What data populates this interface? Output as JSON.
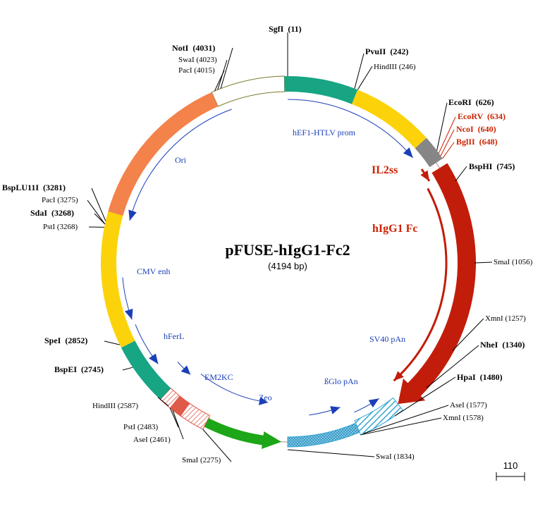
{
  "plasmid": {
    "name": "pFUSE-hIgG1-Fc2",
    "size_label": "(4194 bp)"
  },
  "features": {
    "hef1": "hEF1-HTLV prom",
    "il2ss": "IL2ss",
    "higg1": "hIgG1 Fc",
    "sv40": "SV40 pAn",
    "bglo": "ßGlo pAn",
    "zeo": "Zeo",
    "em2kc": "EM2KC",
    "hferl": "hFerL",
    "cmv": "CMV enh",
    "ori": "Ori"
  },
  "sites": {
    "sgfi": "SgfI  (11)",
    "pvuii": "PvuII  (242)",
    "hindiii_246": "HindIII (246)",
    "ecori": "EcoRI  (626)",
    "ecorv": "EcoRV  (634)",
    "ncoi": "NcoI  (640)",
    "bglii": "BglII  (648)",
    "bsphi": "BspHI  (745)",
    "smai_1056": "SmaI (1056)",
    "xmni_1257": "XmnI (1257)",
    "nhei": "NheI  (1340)",
    "hpai": "HpaI  (1480)",
    "asei_1577": "AseI (1577)",
    "xmni_1578": "XmnI (1578)",
    "swai_1834": "SwaI (1834)",
    "smai_2275": "SmaI (2275)",
    "asei_2461": "AseI (2461)",
    "psti_2483": "PstI (2483)",
    "hindiii_2587": "HindIII (2587)",
    "bspei": "BspEI  (2745)",
    "spei": "SpeI  (2852)",
    "psti_3268": "PstI (3268)",
    "sdai": "SdaI  (3268)",
    "paci_3275": "PacI (3275)",
    "bsplu11i": "BspLU11I  (3281)",
    "paci_4015": "PacI (4015)",
    "swai_4023": "SwaI (4023)",
    "noti": "NotI  (4031)"
  },
  "scale": {
    "label": "110"
  },
  "colors": {
    "promoter": "#17a583",
    "yellow": "#fcd30a",
    "gray": "#868686",
    "hIgG1": "#c21d0a",
    "sv40_hatch": "#35a6d2",
    "zeo": "#1da618",
    "em2kc": "#e05a4a",
    "ori": "#f4824b",
    "backbone": "#7a7a2a",
    "label_blue": "#1a3fb8",
    "label_red": "#cc2200"
  }
}
